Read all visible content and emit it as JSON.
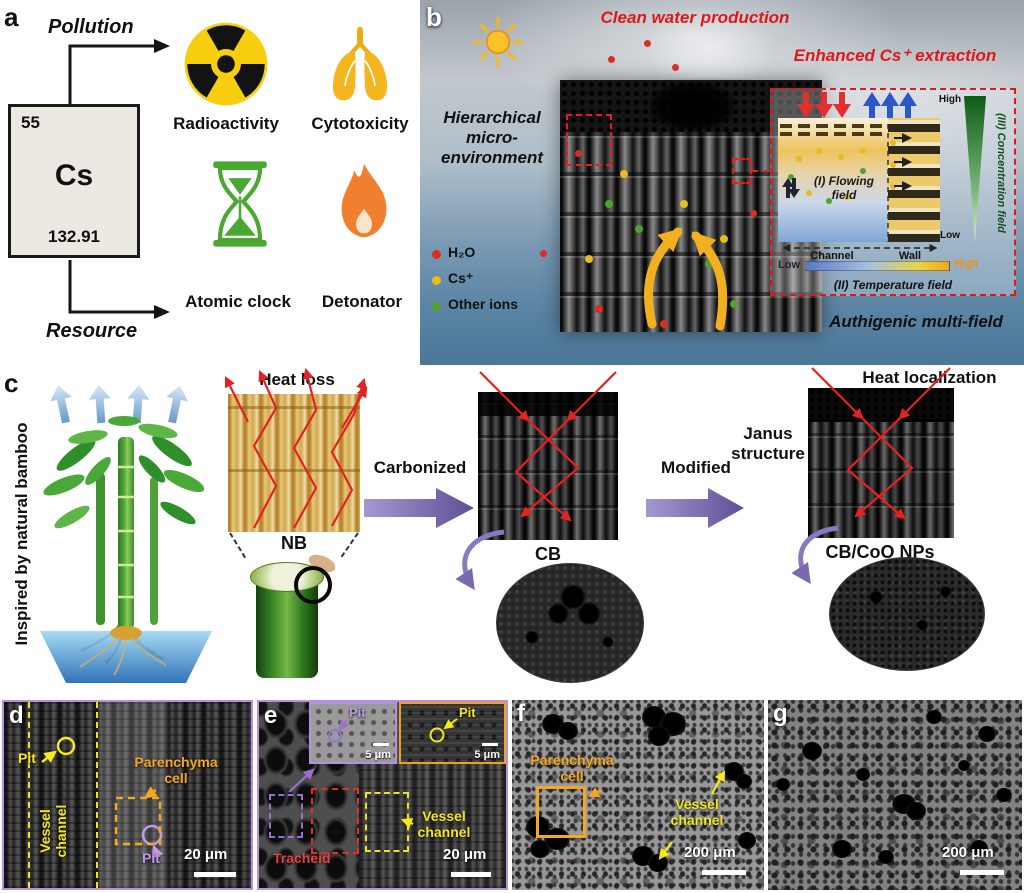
{
  "a": {
    "tag": "a",
    "pollution": "Pollution",
    "resource": "Resource",
    "element": {
      "number": "55",
      "symbol": "Cs",
      "mass": "132.91"
    },
    "labels": {
      "radioactivity": "Radioactivity",
      "cytotoxicity": "Cytotoxicity",
      "atomic_clock": "Atomic clock",
      "detonator": "Detonator"
    }
  },
  "b": {
    "tag": "b",
    "clean_water": "Clean water production",
    "enhanced": "Enhanced Cs⁺ extraction",
    "hierarchical": "Hierarchical\nmicro-\nenvironment",
    "legend": {
      "h2o": "H₂O",
      "cs": "Cs⁺",
      "other": "Other ions"
    },
    "inset": {
      "flowing": "(I) Flowing\nfield",
      "channel": "Channel",
      "wall": "Wall",
      "conc_high": "High",
      "conc_low": "Low",
      "concentration": "(III) Concentration field",
      "temp_low": "Low",
      "temp_high": "High",
      "temperature": "(II) Temperature field"
    },
    "authigenic": "Authigenic multi-field"
  },
  "c": {
    "tag": "c",
    "inspired": "Inspired by natural bamboo",
    "heat_loss": "Heat loss",
    "heat_localization": "Heat localization",
    "nb": "NB",
    "cb": "CB",
    "cb_coo": "CB/CoO NPs",
    "carbonized": "Carbonized",
    "modified": "Modified",
    "janus": "Janus\nstructure"
  },
  "d": {
    "tag": "d",
    "pit_yellow": "Pit",
    "pit_purple": "Pit",
    "vessel": "Vessel\nchannel",
    "parenchyma": "Parenchyma\ncell",
    "scale": "20 μm"
  },
  "e": {
    "tag": "e",
    "pit_purple": "Pit",
    "scale_inset_purple": "5 μm",
    "pit_yell ow": "Pit",
    "pit_yellow": "Pit",
    "scale_inset_yellow": "5 μm",
    "tracheid": "Tracheid",
    "vessel": "Vessel\nchannel",
    "scale": "20 μm"
  },
  "f": {
    "tag": "f",
    "parenchyma": "Parenchyma\ncell",
    "vessel": "Vessel\nchannel",
    "scale": "200 μm"
  },
  "g": {
    "tag": "g",
    "scale": "200 μm"
  }
}
